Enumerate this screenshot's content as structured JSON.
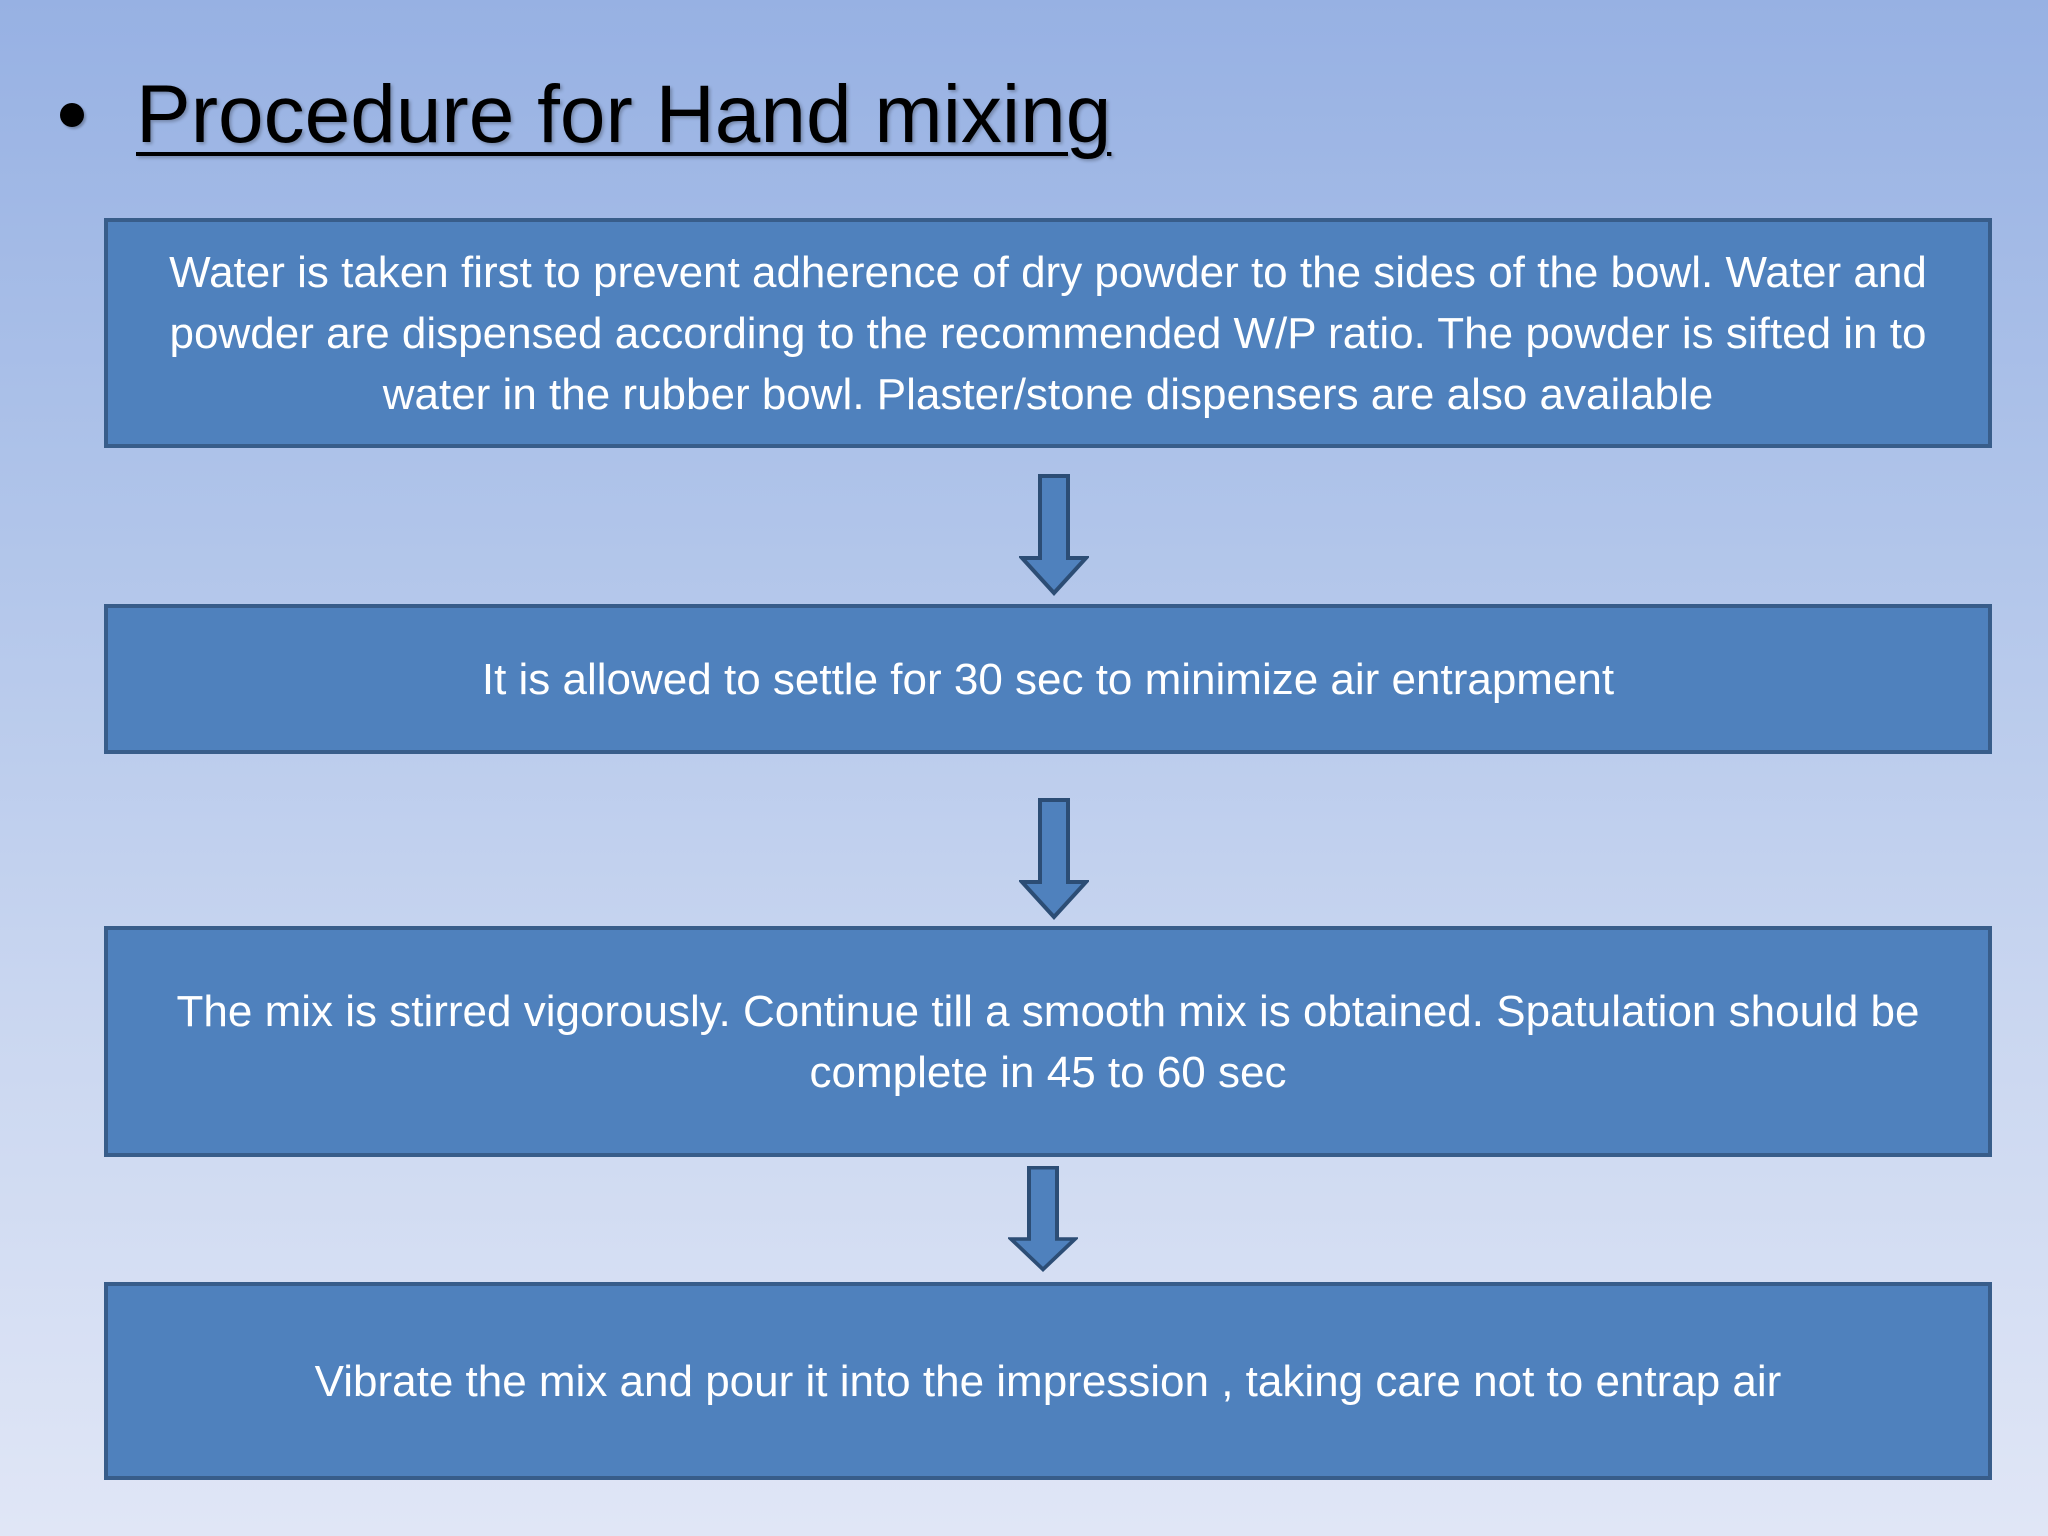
{
  "slide": {
    "title": "Procedure for Hand mixing"
  },
  "steps": [
    {
      "text": "Water is taken first to prevent adherence of dry powder to the sides of the bowl. Water and powder are dispensed according to the recommended W/P ratio. The powder is sifted in to water in the rubber bowl. Plaster/stone dispensers are also available"
    },
    {
      "text": "It is allowed to settle for 30 sec to minimize air entrapment"
    },
    {
      "text": "The mix is stirred vigorously. Continue till a smooth mix is obtained. Spatulation should be complete in 45 to 60 sec"
    },
    {
      "text": "Vibrate the mix and pour it into the impression , taking care not to entrap air"
    }
  ],
  "colors": {
    "box_fill": "#4f81bd",
    "box_border": "#385d8a",
    "arrow_fill": "#4f81bd",
    "arrow_stroke": "#2c4d75"
  }
}
